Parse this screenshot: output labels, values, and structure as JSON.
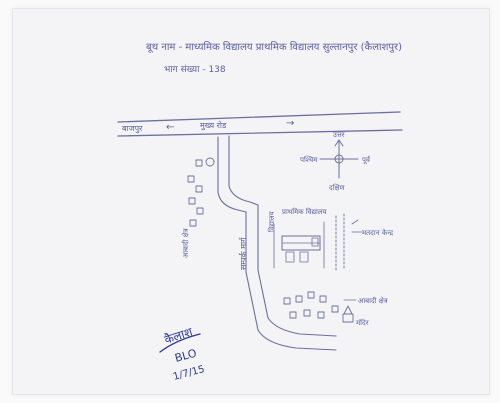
{
  "header": {
    "line1": "बूथ नाम - माध्यमिक विद्यालय प्राथमिक विद्यालय सुल्तानपुर (कैलाशपुर)",
    "line2": "भाग संख्या - 138"
  },
  "road": {
    "left_label": "बाजपुर",
    "arrow_left": "←",
    "middle_label": "मुख्य रोड",
    "arrow_right": "→"
  },
  "compass": {
    "north": "उत्तर",
    "west": "पश्चिम",
    "east": "पूर्व",
    "south": "दक्षिण"
  },
  "labels": {
    "left_houses": "आबादी क्षेत्र",
    "vertical_lane": "सम्पर्क मार्ग",
    "school_label": "विद्यालय",
    "building_top": "प्राथमिक विद्यालय",
    "right_annotation": "मतदान केन्द्र",
    "lower_annotation": "आबादी क्षेत्र",
    "temple": "मंदिर"
  },
  "signature": {
    "name": "कैलाश",
    "role": "BLO",
    "date": "1/7/15"
  },
  "colors": {
    "ink": "#6c6f9f",
    "signature_ink": "#2f3a8f",
    "paper": "#f4f4f6"
  }
}
